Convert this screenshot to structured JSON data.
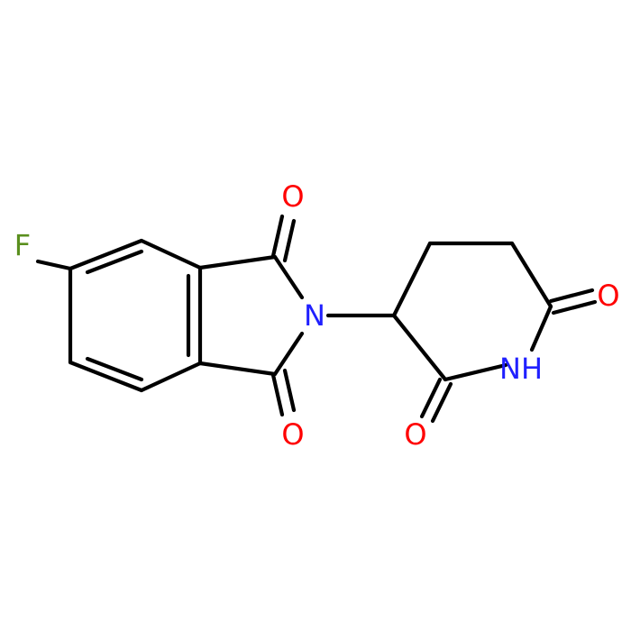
{
  "molecule": {
    "atoms": [
      {
        "id": "F",
        "symbol": "F",
        "color": "#5a8f1e"
      },
      {
        "id": "O1",
        "symbol": "O",
        "color": "#ff0000"
      },
      {
        "id": "O2",
        "symbol": "O",
        "color": "#ff0000"
      },
      {
        "id": "N1",
        "symbol": "N",
        "color": "#2020ff"
      },
      {
        "id": "O3",
        "symbol": "O",
        "color": "#ff0000"
      },
      {
        "id": "N2",
        "symbol": "NH",
        "color": "#2020ff"
      },
      {
        "id": "O4",
        "symbol": "O",
        "color": "#ff0000"
      }
    ],
    "bond_color": "#000000"
  }
}
